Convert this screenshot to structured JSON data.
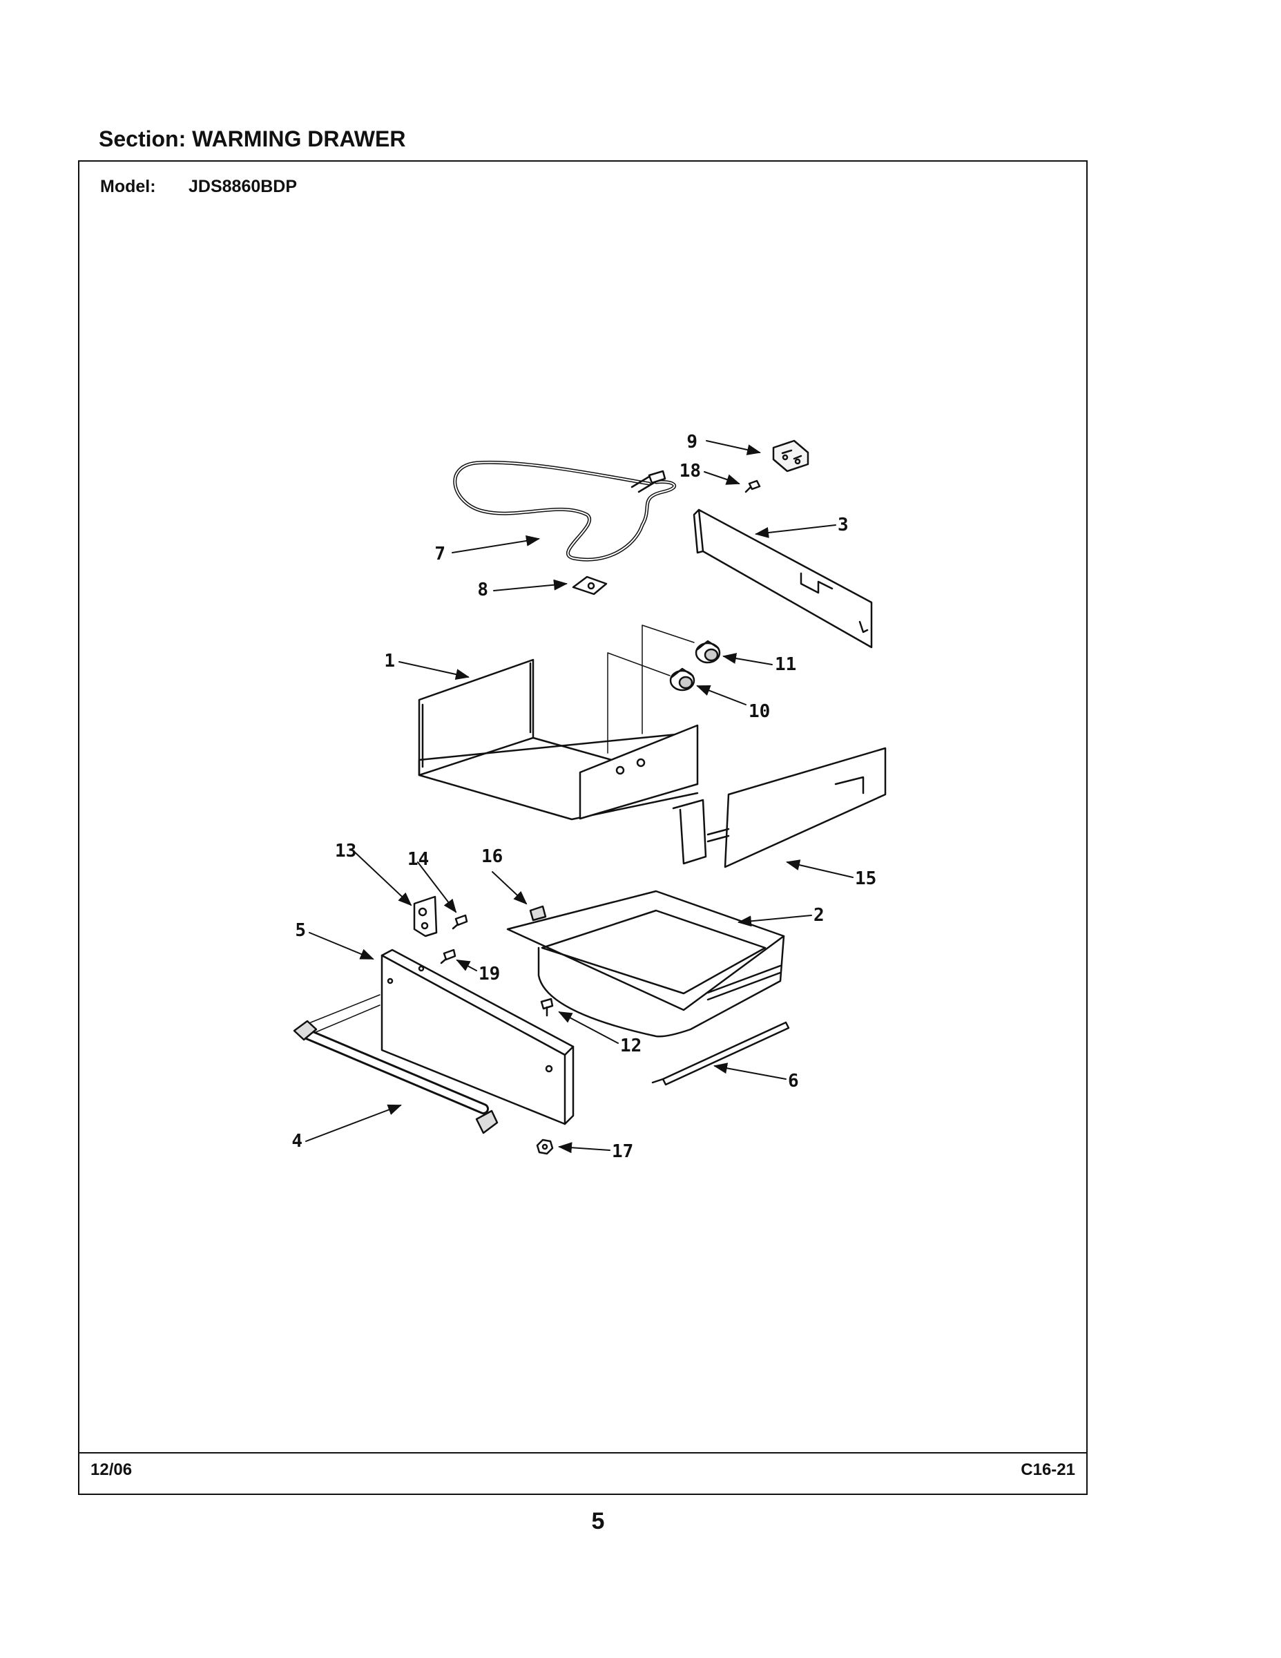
{
  "header": {
    "section_label": "Section:",
    "section_name": "WARMING DRAWER",
    "model_label": "Model:",
    "model_number": "JDS8860BDP"
  },
  "footer": {
    "date": "12/06",
    "code": "C16-21",
    "page_number": "5"
  },
  "callouts": {
    "c1": "1",
    "c2": "2",
    "c3": "3",
    "c4": "4",
    "c5": "5",
    "c6": "6",
    "c7": "7",
    "c8": "8",
    "c9": "9",
    "c10": "10",
    "c11": "11",
    "c12": "12",
    "c13": "13",
    "c14": "14",
    "c15": "15",
    "c16": "16",
    "c17": "17",
    "c18": "18",
    "c19": "19"
  }
}
